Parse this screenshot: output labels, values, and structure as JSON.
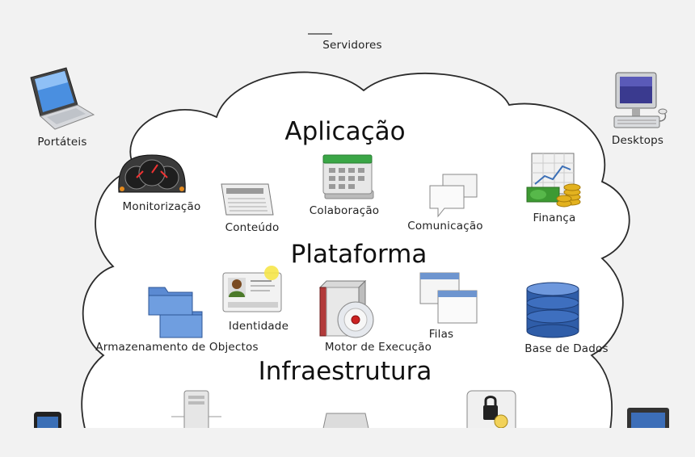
{
  "top_label": "Servidores",
  "devices": {
    "laptops": "Portáteis",
    "desktops": "Desktops"
  },
  "layers": {
    "application": {
      "title": "Aplicação",
      "items": [
        "Monitorização",
        "Conteúdo",
        "Colaboração",
        "Comunicação",
        "Finança"
      ]
    },
    "platform": {
      "title": "Plataforma",
      "items": [
        "Identidade",
        "Armazenamento de Objectos",
        "Motor de Execução",
        "Filas",
        "Base de Dados"
      ]
    },
    "infrastructure": {
      "title": "Infraestrutura"
    }
  }
}
